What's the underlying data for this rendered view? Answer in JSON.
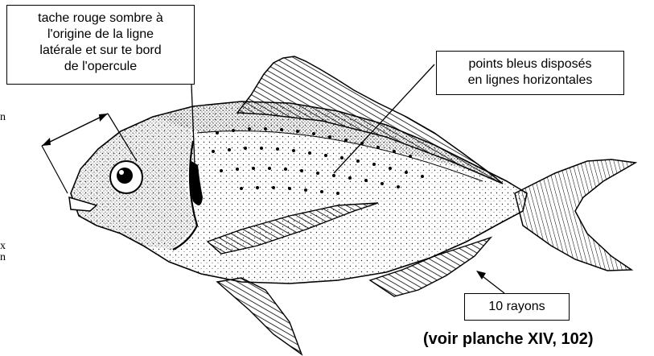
{
  "annotations": {
    "tache": [
      "tache rouge sombre à",
      "l'origine de la ligne",
      "latérale et sur te bord",
      "de l'opercule"
    ],
    "points": [
      "points bleus disposés",
      "en lignes horizontales"
    ],
    "rayons": "10 rayons"
  },
  "caption": "(voir planche XIV, 102)",
  "edge_marks": [
    "n",
    "x",
    "n"
  ],
  "colors": {
    "ink": "#000000",
    "background": "#ffffff",
    "stipple": "#333333"
  }
}
